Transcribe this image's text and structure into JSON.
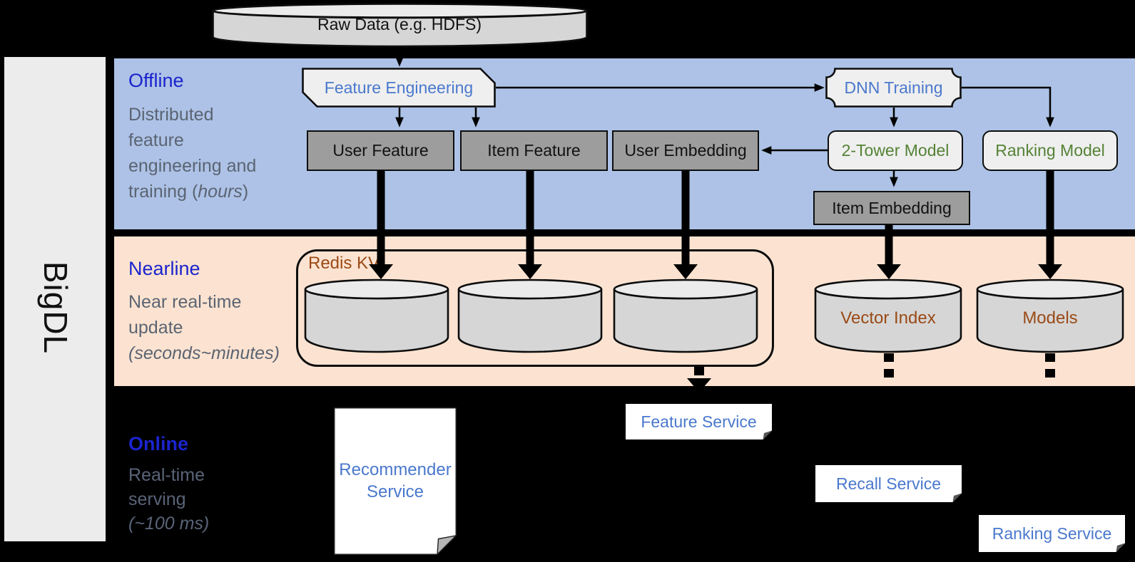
{
  "brand": {
    "vertical_label": "BigDL"
  },
  "colors": {
    "background": "#000000",
    "sidebar_gray": "#ececec",
    "offline_band_blue": "#adc2e6",
    "nearline_band_peach": "#fce3d1",
    "section_title_blue": "#1b24cd",
    "description_gray": "#5b6472",
    "service_text_blue": "#4a78cd",
    "model_text_green": "#548235",
    "storage_text_brown": "#9a4a16",
    "dark_node_gray": "#9d9d9d",
    "light_node_gray": "#efefef",
    "cylinder_body_gray": "#d6d6d6",
    "cylinder_top_gray": "#ebebeb",
    "document_white": "#ffffff"
  },
  "nodes": {
    "raw_data": "Raw Data (e.g. HDFS)",
    "feature_engineering": "Feature Engineering",
    "dnn_training": "DNN Training",
    "user_feature": "User Feature",
    "item_feature": "Item Feature",
    "user_embedding": "User Embedding",
    "two_tower_model": "2-Tower Model",
    "ranking_model": "Ranking Model",
    "item_embedding": "Item Embedding",
    "redis_kv": "Redis KV",
    "vector_index": "Vector Index",
    "models": "Models",
    "recommender_service": "Recommender Service",
    "feature_service": "Feature Service",
    "recall_service": "Recall Service",
    "ranking_service": "Ranking Service"
  },
  "sections": {
    "offline": {
      "title": "Offline",
      "line1": "Distributed",
      "line2": "feature",
      "line3": "engineering and",
      "line4_pre": "training (",
      "line4_italic": "hours",
      "line4_post": ")"
    },
    "nearline": {
      "title": "Nearline",
      "line1": "Near real-time",
      "line2": "update",
      "line3_italic": "(seconds~minutes)"
    },
    "online": {
      "title": "Online",
      "line1": "Real-time",
      "line2": "serving",
      "line3_italic": "(~100 ms)"
    }
  }
}
